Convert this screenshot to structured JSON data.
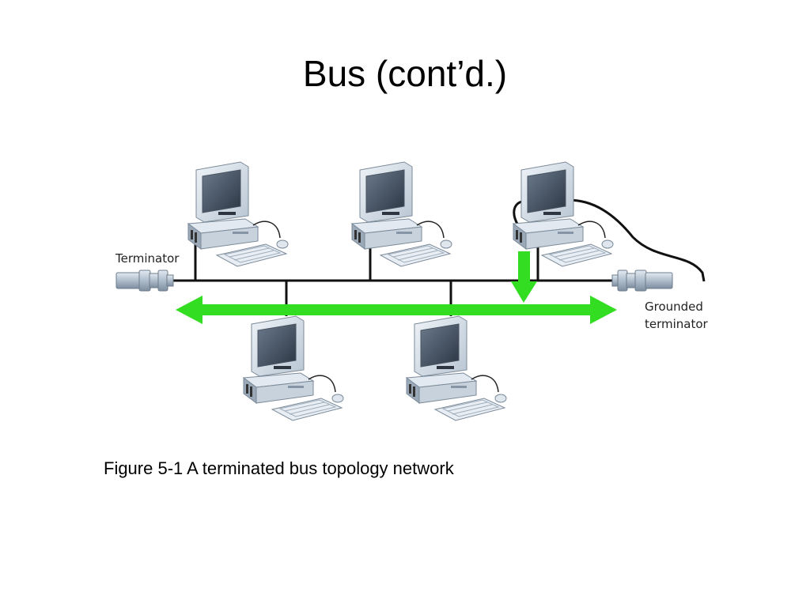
{
  "slide": {
    "title": "Bus (cont’d.)",
    "caption": "Figure 5-1 A terminated bus topology network"
  },
  "diagram": {
    "labels": {
      "terminator": "Terminator",
      "grounded_line1": "Grounded",
      "grounded_line2": "terminator"
    },
    "colors": {
      "signal_arrow": "#33dd22",
      "bus_cable": "#111111",
      "monitor_body": "#d9e2ec",
      "screen": "#3a4656",
      "tower": "#c8d2dd"
    },
    "computers": [
      {
        "id": "computer-1",
        "row": "top"
      },
      {
        "id": "computer-2",
        "row": "top"
      },
      {
        "id": "computer-3",
        "row": "top",
        "transmitting": true
      },
      {
        "id": "computer-4",
        "row": "bottom"
      },
      {
        "id": "computer-5",
        "row": "bottom"
      }
    ]
  }
}
